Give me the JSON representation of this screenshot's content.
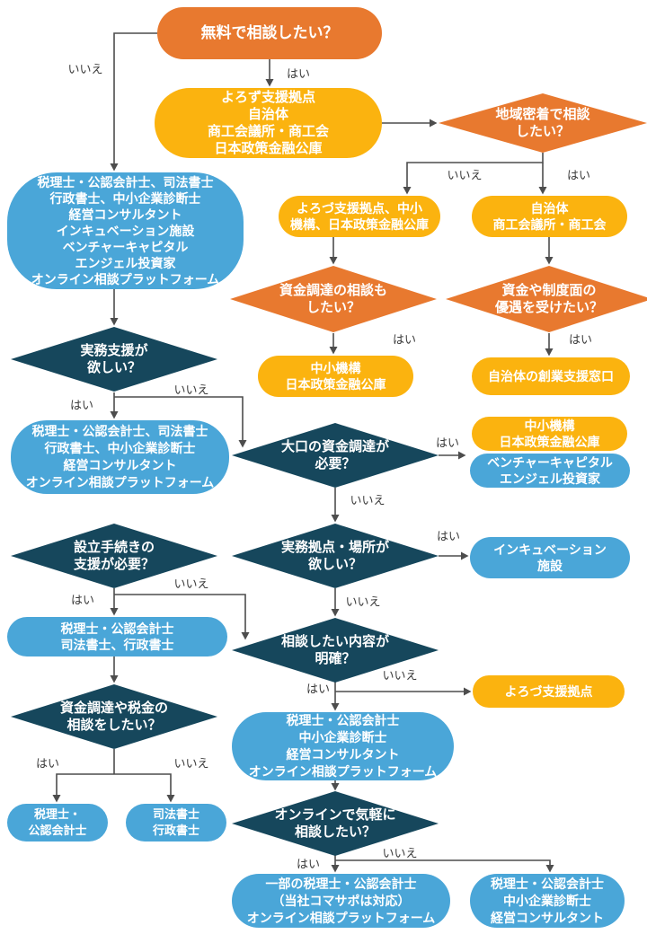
{
  "colors": {
    "orange": "#e8792f",
    "yellow": "#fbb30f",
    "blue": "#4aa6d8",
    "navy": "#16475c",
    "line": "#4d4d4d"
  },
  "labels": {
    "yes": "はい",
    "no": "いいえ"
  },
  "nodes": {
    "start": {
      "lines": [
        "無料で相談したい？"
      ]
    },
    "free_resources": {
      "lines": [
        "よろず支援拠点",
        "自治体",
        "商工会議所・商工会",
        "日本政策金融公庫"
      ]
    },
    "local_q": {
      "lines": [
        "地域密着で相談",
        "したい？"
      ]
    },
    "not_local_result": {
      "lines": [
        "よろづ支援拠点、中小",
        "機構、日本政策金融公庫"
      ]
    },
    "local_result": {
      "lines": [
        "自治体",
        "商工会議所・商工会"
      ]
    },
    "funding_also_q": {
      "lines": [
        "資金調達の相談も",
        "したい？"
      ]
    },
    "funding_also_result": {
      "lines": [
        "中小機構",
        "日本政策金融公庫"
      ]
    },
    "incentive_q": {
      "lines": [
        "資金や制度面の",
        "優遇を受けたい？"
      ]
    },
    "incentive_result": {
      "lines": [
        "自治体の創業支援窓口"
      ]
    },
    "paid_resources": {
      "lines": [
        "税理士・公認会計士、司法書士",
        "行政書士、中小企業診断士",
        "経営コンサルタント",
        "インキュベーション施設",
        "ベンチャーキャピタル",
        "エンジェル投資家",
        "オンライン相談プラットフォーム"
      ]
    },
    "practical_q": {
      "lines": [
        "実務支援が",
        "欲しい？"
      ]
    },
    "practical_yes": {
      "lines": [
        "税理士・公認会計士、司法書士",
        "行政書士、中小企業診断士",
        "経営コンサルタント",
        "オンライン相談プラットフォーム"
      ]
    },
    "large_funding_q": {
      "lines": [
        "大口の資金調達が",
        "必要？"
      ]
    },
    "large_funding_yellow": {
      "lines": [
        "中小機構",
        "日本政策金融公庫"
      ]
    },
    "large_funding_blue": {
      "lines": [
        "ベンチャーキャピタル",
        "エンジェル投資家"
      ]
    },
    "location_q": {
      "lines": [
        "実務拠点・場所が",
        "欲しい？"
      ]
    },
    "location_result": {
      "lines": [
        "インキュベーション",
        "施設"
      ]
    },
    "setup_q": {
      "lines": [
        "設立手続きの",
        "支援が必要？"
      ]
    },
    "setup_yes_result": {
      "lines": [
        "税理士・公認会計士",
        "司法書士、行政書士"
      ]
    },
    "tax_q": {
      "lines": [
        "資金調達や税金の",
        "相談をしたい？"
      ]
    },
    "tax_yes_result": {
      "lines": [
        "税理士・",
        "公認会計士"
      ]
    },
    "tax_no_result": {
      "lines": [
        "司法書士",
        "行政書士"
      ]
    },
    "clear_topic_q": {
      "lines": [
        "相談したい内容が",
        "明確？"
      ]
    },
    "clear_topic_no_result": {
      "lines": [
        "よろづ支援拠点"
      ]
    },
    "clear_topic_yes_result": {
      "lines": [
        "税理士・公認会計士",
        "中小企業診断士",
        "経営コンサルタント",
        "オンライン相談プラットフォーム"
      ]
    },
    "online_q": {
      "lines": [
        "オンラインで気軽に",
        "相談したい？"
      ]
    },
    "online_yes_result": {
      "lines": [
        "一部の税理士・公認会計士",
        "（当社コマサポは対応）",
        "オンライン相談プラットフォーム"
      ]
    },
    "online_no_result": {
      "lines": [
        "税理士・公認会計士",
        "中小企業診断士",
        "経営コンサルタント"
      ]
    }
  }
}
